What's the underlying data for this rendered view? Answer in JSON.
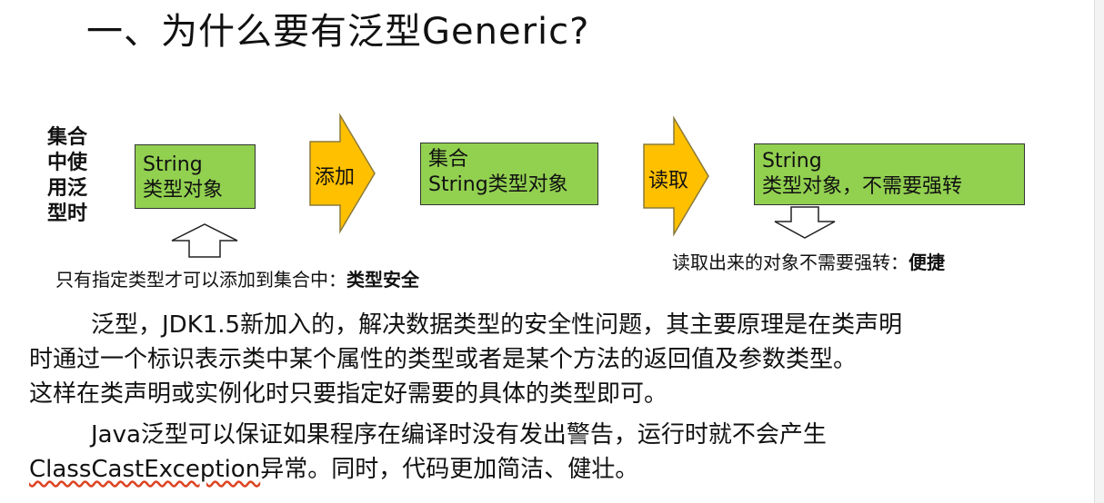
{
  "title": "一、为什么要有泛型Generic?",
  "side_label": [
    "集合",
    "中使",
    "用泛",
    "型时"
  ],
  "flow": {
    "box1": [
      "String",
      "类型对象"
    ],
    "arrow1": "添加",
    "box2": [
      "集合",
      "String类型对象"
    ],
    "arrow2": "读取",
    "box3": [
      "String",
      "类型对象，不需要强转"
    ]
  },
  "notes": {
    "left_prefix": "只有指定类型才可以添加到集合中：",
    "left_bold": "类型安全",
    "right_prefix": "读取出来的对象不需要强转：",
    "right_bold": "便捷"
  },
  "paragraph1": [
    "泛型，JDK1.5新加入的，解决数据类型的安全性问题，其主要原理是在类声明",
    "时通过一个标识表示类中某个属性的类型或者是某个方法的返回值及参数类型。",
    "这样在类声明或实例化时只要指定好需要的具体的类型即可。"
  ],
  "paragraph2": {
    "line1": "Java泛型可以保证如果程序在编译时没有发出警告，运行时就不会产生",
    "line2_code": "ClassCastException",
    "line2_rest": "异常。同时，代码更加简洁、健壮。"
  },
  "colors": {
    "box_fill": "#92d050",
    "arrow_fill": "#ffc000"
  }
}
